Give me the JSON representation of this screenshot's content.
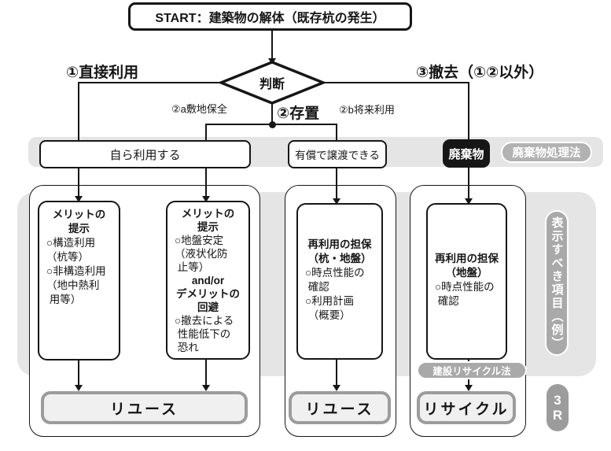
{
  "flow": {
    "start_label": "START：建築物の解体（既存杭の発生）",
    "decision_label": "判断",
    "branch1_label": "①直接利用",
    "branch2_label": "②存置",
    "branch2a_label": "②a敷地保全",
    "branch2b_label": "②b将来利用",
    "branch3_label": "③撤去（①②以外）"
  },
  "band": {
    "use_self_label": "自ら利用する",
    "transfer_label": "有償で譲渡できる",
    "waste_label": "廃棄物",
    "waste_law_label": "廃棄物処理法"
  },
  "boxes": {
    "merit1": {
      "lines": [
        "メリットの",
        "提示",
        "○構造利用",
        "（杭等）",
        "○非構造利用",
        "（地中熱利",
        " 用等）"
      ]
    },
    "merit2": {
      "lines": [
        "メリットの",
        "提示",
        "○地盤安定",
        "（液状化防",
        " 止等）",
        "and/or",
        "デメリットの",
        "回避",
        "○撤去による",
        " 性能低下の",
        " 恐れ"
      ]
    },
    "secure1": {
      "lines": [
        "再利用の担保",
        "（杭・地盤）",
        "○時点性能の",
        " 確認",
        "○利用計画",
        " （概要）"
      ]
    },
    "secure2": {
      "lines": [
        "再利用の担保",
        "（地盤）",
        "○時点性能の",
        " 確認"
      ]
    }
  },
  "outcomes": {
    "reuse1_label": "リユース",
    "reuse2_label": "リユース",
    "recycle_label": "リサイクル"
  },
  "side": {
    "display_items_label": "表示すべき項目（例）",
    "recycle_law_label": "建設リサイクル法",
    "three_r_line1": "3",
    "three_r_line2": "R"
  },
  "colors": {
    "gray_area": "#e5e5e5",
    "pill_gray": "#b2b2b2",
    "dark": "#161616",
    "outcome_border": "#9c9c9c",
    "outcome_fill": "#f0f0f0"
  }
}
